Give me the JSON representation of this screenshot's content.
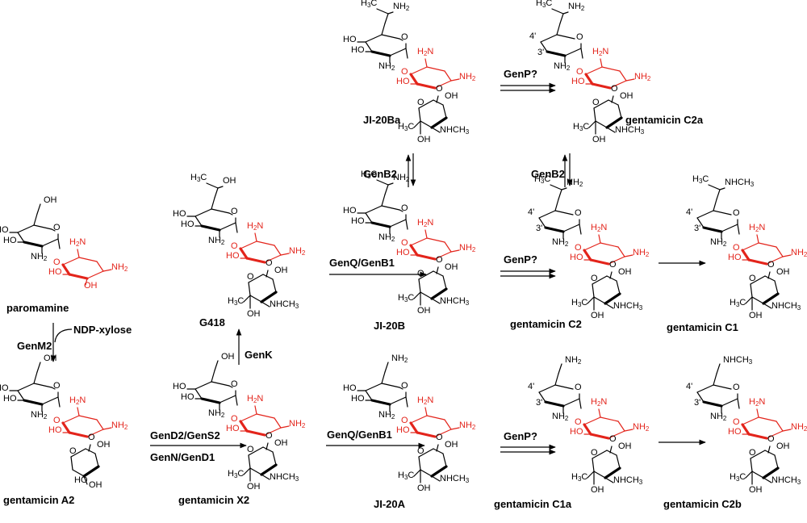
{
  "colors": {
    "ink": "#000000",
    "highlight": "#e3241b"
  },
  "compounds": {
    "paromamine": "paromamine",
    "gentamicin_a2": "gentamicin A2",
    "g418": "G418",
    "gentamicin_x2": "gentamicin X2",
    "jl_20ba": "JI-20Ba",
    "jl_20b": "JI-20B",
    "jl_20a": "JI-20A",
    "gentamicin_c2a": "gentamicin C2a",
    "gentamicin_c2": "gentamicin C2",
    "gentamicin_c1": "gentamicin C1",
    "gentamicin_c1a": "gentamicin C1a",
    "gentamicin_c2b": "gentamicin C2b"
  },
  "enzymes": {
    "genm2": "GenM2",
    "ndp_xylose": "NDP-xylose",
    "genk": "GenK",
    "gend2_gens2": "GenD2/GenS2",
    "genn_gend1": "GenN/GenD1",
    "genq_genb1_top": "GenQ/GenB1",
    "genq_genb1_bottom": "GenQ/GenB1",
    "genb2_left": "GenB2",
    "genb2_right": "GenB2",
    "genp_top": "GenP?",
    "genp_middle": "GenP?",
    "genp_bottom": "GenP?"
  },
  "groups": {
    "ho": "HO",
    "oh": "OH",
    "o": "O",
    "nh2": "NH2",
    "h2n": "H2N",
    "nhch3": "NHCH3",
    "h3c": "H3C",
    "pos_4p": "4'",
    "pos_3p": "3'"
  }
}
